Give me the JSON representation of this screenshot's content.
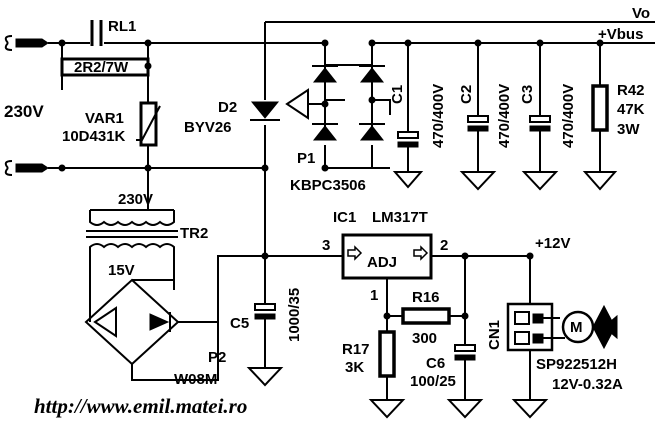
{
  "labels": {
    "rl1": "RL1",
    "vo": "Vo",
    "vbus": "+Vbus",
    "r_inrush": "2R2/7W",
    "mains": "230V",
    "var1": "VAR1",
    "var1_val": "10D431K",
    "d2": "D2",
    "d2_val": "BYV26",
    "p1": "P1",
    "p1_val": "KBPC3506",
    "c1": "C1",
    "c1_val": "470/400V",
    "c2": "C2",
    "c2_val": "470/400V",
    "c3": "C3",
    "c3_val": "470/400V",
    "r42": "R42",
    "r42_val": "47K",
    "r42_pwr": "3W",
    "tr_primary": "230V",
    "tr2": "TR2",
    "tr_secondary": "15V",
    "ic1": "IC1",
    "ic1_val": "LM317T",
    "pin3": "3",
    "pin2": "2",
    "pin1": "1",
    "adj": "ADJ",
    "v12": "+12V",
    "r16": "R16",
    "r16_val": "300",
    "c5": "C5",
    "c5_val": "1000/35",
    "cn1": "CN1",
    "c6": "C6",
    "c6_val": "100/25",
    "r17": "R17",
    "r17_val": "3K",
    "p2": "P2",
    "p2_val": "W08M",
    "fan": "SP922512H",
    "fan_val": "12V-0.32A",
    "motor": "M",
    "url": "http://www.emil.matei.ro"
  }
}
